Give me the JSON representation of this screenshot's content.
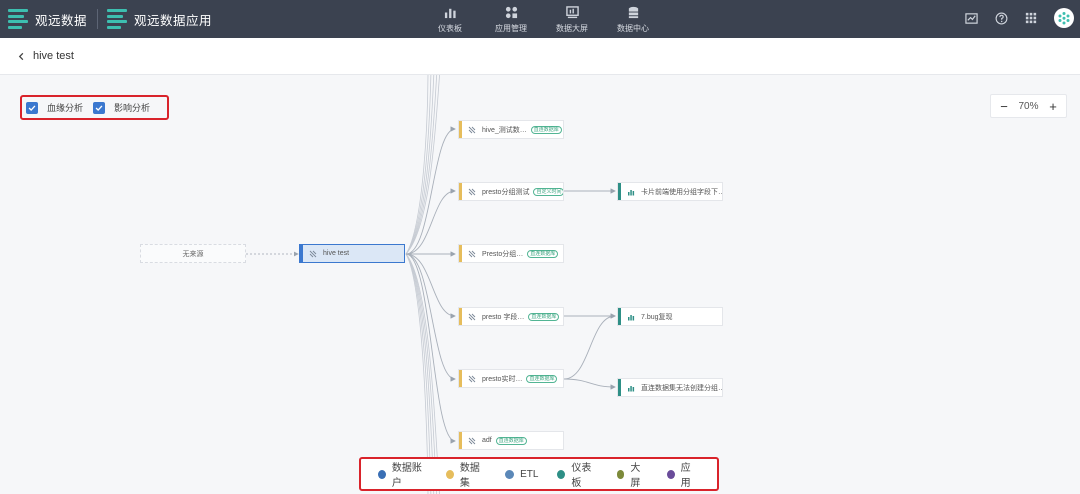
{
  "app": {
    "brand_name": "观远数据",
    "app_name": "观远数据应用",
    "brand_color": "#3dbfb0"
  },
  "nav": {
    "items": [
      {
        "label": "仪表板",
        "icon": "bar-chart-icon"
      },
      {
        "label": "应用管理",
        "icon": "apps-icon"
      },
      {
        "label": "数据大屏",
        "icon": "screen-icon"
      },
      {
        "label": "数据中心",
        "icon": "database-icon"
      }
    ]
  },
  "topright": {
    "icons": [
      "analytics-icon",
      "help-icon",
      "grid-icon",
      "avatar"
    ]
  },
  "page": {
    "title": "hive test"
  },
  "filters": [
    {
      "label": "血缘分析",
      "checked": true
    },
    {
      "label": "影响分析",
      "checked": true
    }
  ],
  "zoom": {
    "minus": "−",
    "value": "70%",
    "plus": "+"
  },
  "graph": {
    "source": {
      "label": "无来源"
    },
    "root": {
      "label": "hive test",
      "type": "ETL"
    },
    "datasets": [
      {
        "label": "hive_测试数…",
        "tag": "直连数据库"
      },
      {
        "label": "presto分组测试",
        "tag": "自定义时间"
      },
      {
        "label": "Presto分组…",
        "tag": "直连数据库"
      },
      {
        "label": "presto 字段…",
        "tag": "直连数据库"
      },
      {
        "label": "presto实时…",
        "tag": "直连数据库"
      },
      {
        "label": "adf",
        "tag": "直连数据库"
      }
    ],
    "dashboards": [
      {
        "label": "卡片前端使用分组字段下…"
      },
      {
        "label": "7.bug复现"
      },
      {
        "label": "直连数据集无法创建分组…"
      }
    ]
  },
  "legend": [
    {
      "label": "数据账户",
      "color": "#3a6fb5"
    },
    {
      "label": "数据集",
      "color": "#e6bd5c"
    },
    {
      "label": "ETL",
      "color": "#5b88b8"
    },
    {
      "label": "仪表板",
      "color": "#2e8f86"
    },
    {
      "label": "大屏",
      "color": "#7d8a3a"
    },
    {
      "label": "应用",
      "color": "#6a4c9a"
    }
  ],
  "colors": {
    "dataset_bar": "#e6bd5c",
    "etl_bar": "#3b78cf",
    "dashboard_bar": "#2e8f86",
    "checkbox": "#3b78cf",
    "highlight_border": "#d9232b"
  }
}
